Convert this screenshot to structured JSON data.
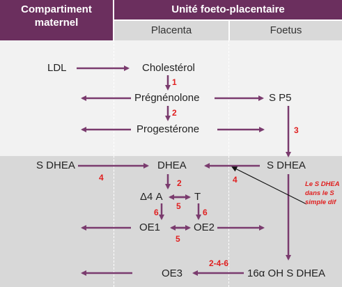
{
  "header": {
    "maternal": "Compartiment\nmaternel",
    "fetoplacental": "Unité foeto-placentaire",
    "placenta": "Placenta",
    "foetus": "Foetus"
  },
  "nodes": {
    "ldl": "LDL",
    "cholesterol": "Cholestérol",
    "pregnenolone": "Prégnénolone",
    "sp5": "S P5",
    "progesterone": "Progestérone",
    "sdhea_mat": "S DHEA",
    "dhea": "DHEA",
    "sdhea_foet": "S DHEA",
    "d4a": "Δ4 A",
    "t": "T",
    "oe1": "OE1",
    "oe2": "OE2",
    "oe3": "OE3",
    "oh_sdhea": "16α OH S DHEA"
  },
  "enzymes": {
    "e1": "1",
    "e2a": "2",
    "e3": "3",
    "e4a": "4",
    "e4b": "4",
    "e2b": "2",
    "e5a": "5",
    "e6a": "6",
    "e6b": "6",
    "e5b": "5",
    "e246": "2-4-6"
  },
  "note": {
    "line1": "Le S DHEA",
    "line2": "dans le S",
    "line3": "simple dif"
  },
  "colors": {
    "header": "#6b2f5e",
    "arrow": "#7a3b6e",
    "enzyme": "#e02020"
  }
}
